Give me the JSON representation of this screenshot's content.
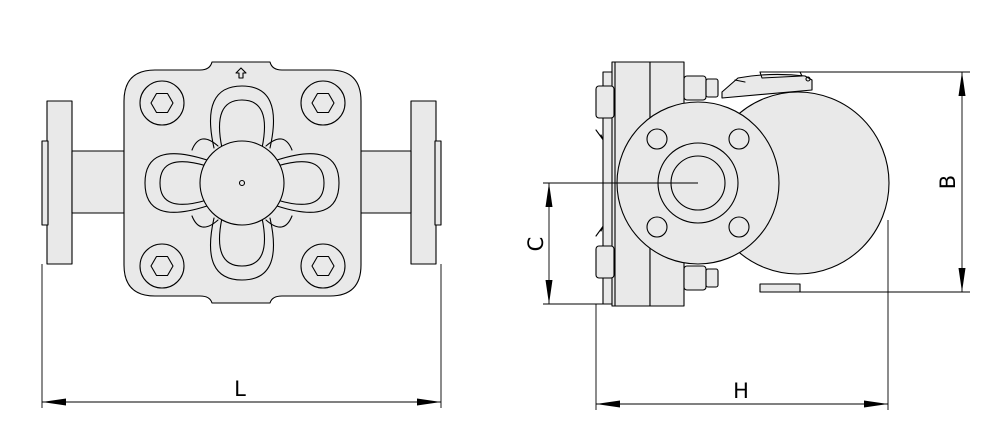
{
  "dimensions": {
    "length_label": "L",
    "height_label": "H",
    "body_height_label": "B",
    "center_height_label": "C"
  }
}
